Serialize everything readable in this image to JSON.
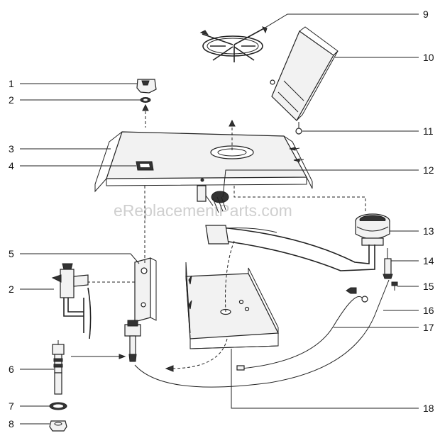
{
  "watermark": "eReplacementParts.com",
  "labels": [
    {
      "id": "1",
      "text": "1"
    },
    {
      "id": "2a",
      "text": "2"
    },
    {
      "id": "3",
      "text": "3"
    },
    {
      "id": "4",
      "text": "4"
    },
    {
      "id": "5",
      "text": "5"
    },
    {
      "id": "2b",
      "text": "2"
    },
    {
      "id": "6",
      "text": "6"
    },
    {
      "id": "7",
      "text": "7"
    },
    {
      "id": "8",
      "text": "8"
    },
    {
      "id": "9",
      "text": "9"
    },
    {
      "id": "10",
      "text": "10"
    },
    {
      "id": "11",
      "text": "11"
    },
    {
      "id": "12",
      "text": "12"
    },
    {
      "id": "13",
      "text": "13"
    },
    {
      "id": "14",
      "text": "14"
    },
    {
      "id": "15",
      "text": "15"
    },
    {
      "id": "16",
      "text": "16"
    },
    {
      "id": "17",
      "text": "17"
    },
    {
      "id": "18",
      "text": "18"
    }
  ]
}
